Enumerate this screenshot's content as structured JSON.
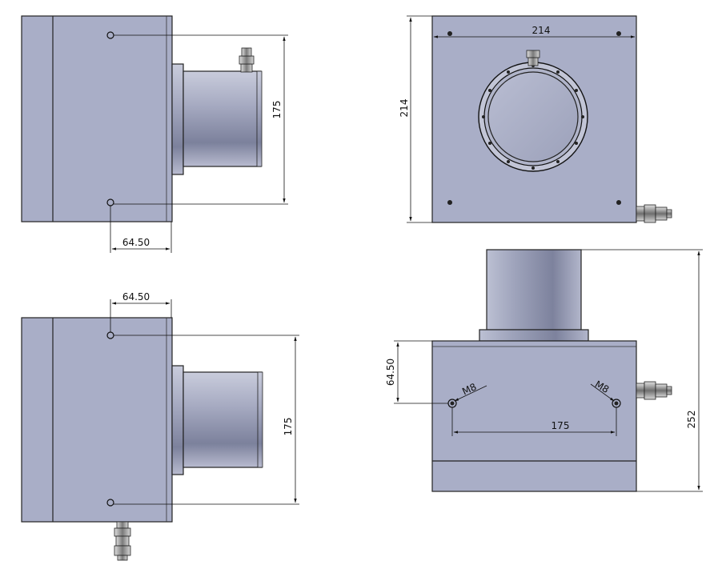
{
  "dimensions": {
    "side_top_width": "175",
    "side_top_offset": "64.50",
    "side_bottom_offset": "64.50",
    "side_bottom_width": "175",
    "front_width": "214",
    "front_height": "214",
    "top_view_offset": "64.50",
    "top_view_hole_spacing": "175",
    "top_view_height": "252",
    "thread_left": "M8",
    "thread_right": "M8"
  },
  "colors": {
    "body": "#a9aec7",
    "body_dark": "#8f94ad",
    "outline": "#222222"
  }
}
